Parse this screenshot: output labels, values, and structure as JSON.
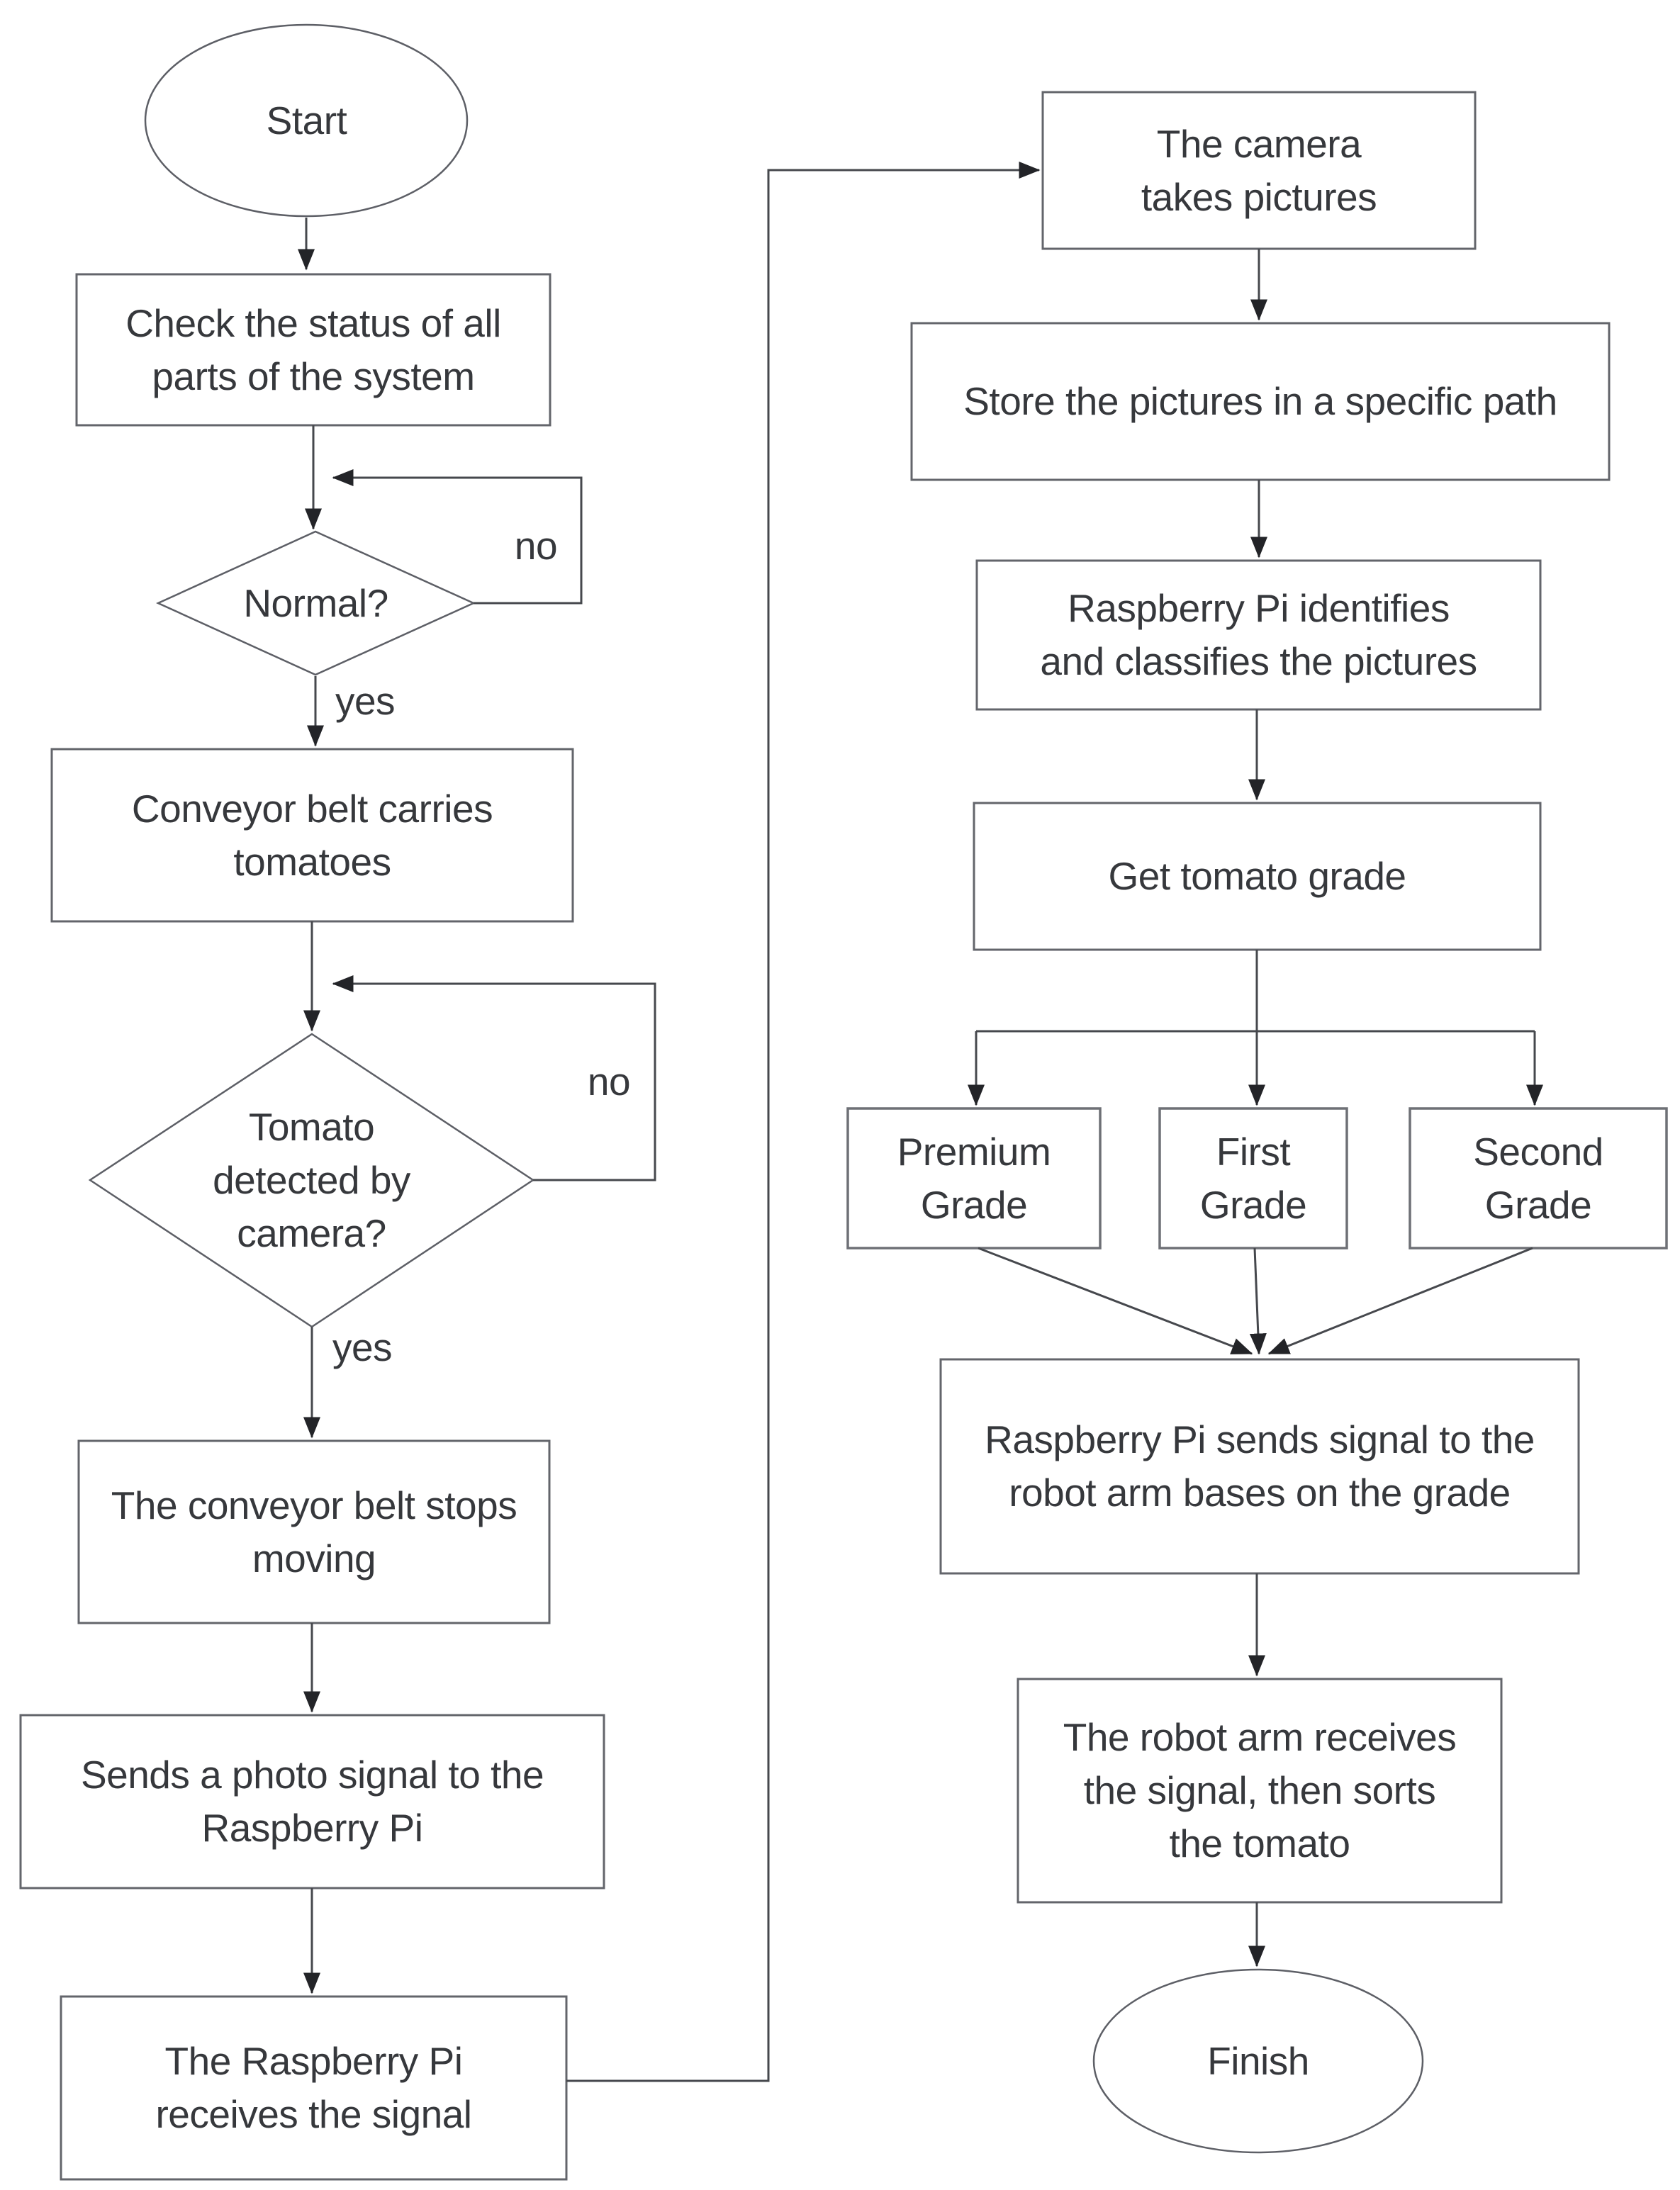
{
  "flowchart": {
    "nodes": {
      "start": "Start",
      "check_status": "Check the status of all\nparts of the system",
      "normal_q": "Normal?",
      "conveyor_carries": "Conveyor belt carries\ntomatoes",
      "tomato_detected": "Tomato\ndetected by\ncamera?",
      "belt_stops": "The conveyor belt stops\nmoving",
      "send_photo": "Sends a photo signal to the\nRaspberry Pi",
      "pi_receives": "The Raspberry Pi\nreceives the signal",
      "camera_takes": "The camera\ntakes pictures",
      "store_pictures": "Store the pictures in a specific path",
      "pi_identifies": "Raspberry Pi identifies\nand classifies the pictures",
      "get_grade": "Get tomato grade",
      "premium_grade": "Premium\nGrade",
      "first_grade": "First\nGrade",
      "second_grade": "Second\nGrade",
      "pi_sends": "Raspberry Pi sends signal to the\nrobot arm bases on the grade",
      "robot_sorts": "The robot arm receives\nthe signal,  then sorts\nthe tomato",
      "finish": "Finish"
    },
    "edge_labels": {
      "normal_no": "no",
      "normal_yes": "yes",
      "tomato_no": "no",
      "tomato_yes": "yes"
    },
    "colors": {
      "background": "#ffffff",
      "box_border": "#63656b",
      "grade_box_border": "#6e7076",
      "line": "#46484d",
      "arrowhead": "#232428",
      "text": "#36383c"
    }
  }
}
